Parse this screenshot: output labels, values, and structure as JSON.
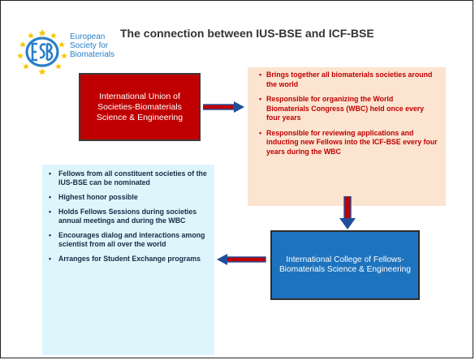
{
  "title": "The connection between IUS-BSE and ICF-BSE",
  "logo": {
    "text_lines": [
      "European",
      "Society for",
      "Biomaterials"
    ],
    "star_color": "#f6c500",
    "brand_color": "#2a7fc9"
  },
  "ius_box": {
    "text": "International Union of Societies-Biomaterials Science & Engineering",
    "color": "#c00000"
  },
  "ius_points": [
    "Brings together all biomaterials societies around the world",
    "Responsible for organizing the World Biomaterials Congress (WBC) held once every four years",
    "Responsible for reviewing applications and inducting new Fellows into the ICF-BSE every four years during the WBC"
  ],
  "icf_box": {
    "text": "International College of Fellows-Biomaterials Science & Engineering",
    "color": "#1e73be"
  },
  "icf_points": [
    "Fellows from all constituent societies of the IUS-BSE can be nominated",
    "Highest honor possible",
    "Holds Fellows Sessions during societies annual meetings and during the WBC",
    "Encourages dialog and interactions among scientist from all over the world",
    "Arranges for Student Exchange programs"
  ],
  "colors": {
    "right_panel_bg": "#fbe4d0",
    "left_panel_bg": "#ddf6fc",
    "arrow_red": "#c00000",
    "arrow_blue": "#1f4e9a"
  }
}
